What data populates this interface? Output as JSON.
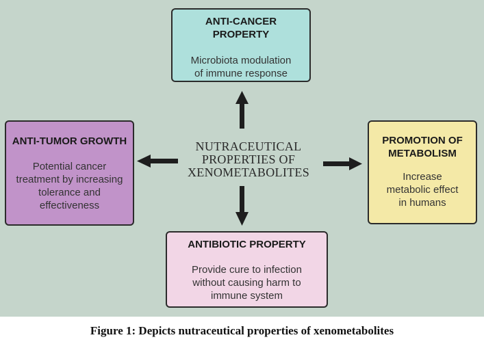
{
  "diagram": {
    "center": "NUTRACEUTICAL\nPROPERTIES OF\nXENOMETABOLITES",
    "nodes": {
      "top": {
        "title": "ANTI-CANCER\nPROPERTY",
        "desc": "Microbiota modulation\nof immune response"
      },
      "left": {
        "title": "ANTI-TUMOR GROWTH",
        "desc": "Potential cancer\ntreatment by increasing\ntolerance and\neffectiveness"
      },
      "right": {
        "title": "PROMOTION OF\nMETABOLISM",
        "desc": "Increase\nmetabolic effect\nin humans"
      },
      "bottom": {
        "title": "ANTIBIOTIC PROPERTY",
        "desc": "Provide cure to infection\nwithout causing harm to\nimmune system"
      }
    },
    "colors": {
      "background": "#c5d5cb",
      "top": "#aee0dc",
      "left": "#c193c9",
      "right": "#f4e9a7",
      "bottom": "#f2d6e6",
      "arrow": "#1e1e1e"
    }
  },
  "caption": "Figure 1: Depicts nutraceutical properties of xenometabolites"
}
